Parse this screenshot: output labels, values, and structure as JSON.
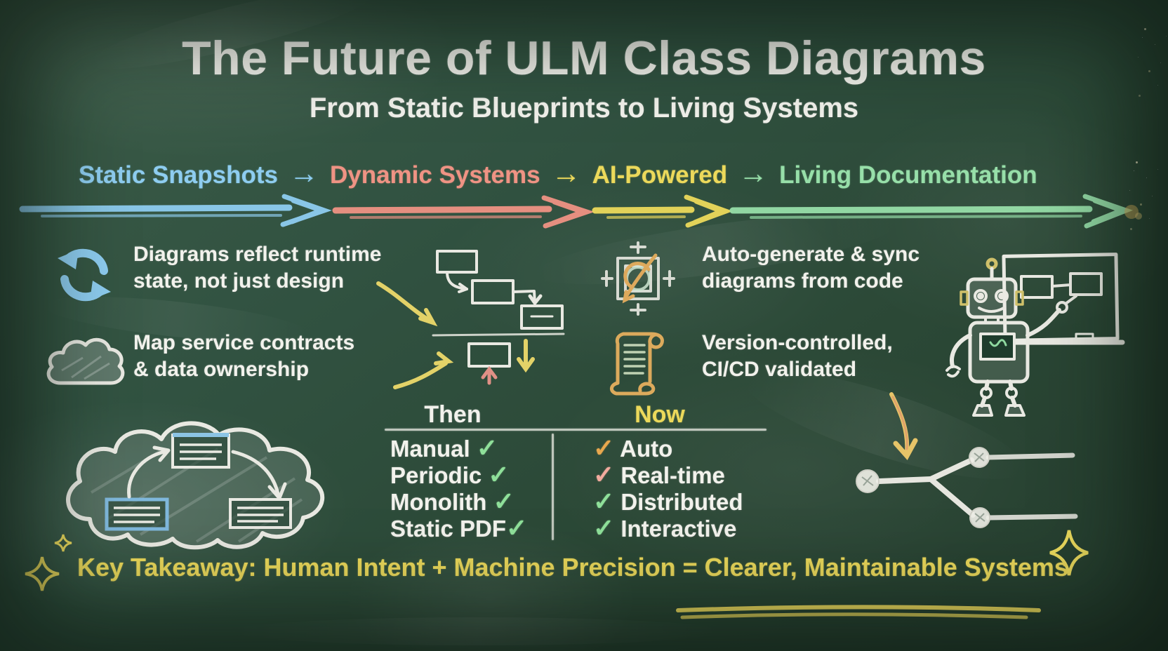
{
  "page": {
    "title": "The Future of ULM Class Diagrams",
    "subtitle": "From Static Blueprints to Living Systems"
  },
  "flow": {
    "stages": [
      {
        "label": "Static Snapshots",
        "color": "#8ecdf0"
      },
      {
        "label": "Dynamic Systems",
        "color": "#ef9384"
      },
      {
        "label": "AI-Powered",
        "color": "#ecd95b"
      },
      {
        "label": "Living Documentation",
        "color": "#97dfa9"
      }
    ],
    "arrow_glyph": "→"
  },
  "features": [
    {
      "icon": "sync-icon",
      "line1": "Diagrams reflect runtime",
      "line2": "state, not just design"
    },
    {
      "icon": "cloud-icon",
      "line1": "Map service contracts",
      "line2": "& data ownership"
    },
    {
      "icon": "chip-icon",
      "line1": "Auto-generate & sync",
      "line2": "diagrams from code"
    },
    {
      "icon": "scroll-icon",
      "line1": "Version-controlled,",
      "line2": "CI/CD validated"
    }
  ],
  "comparison": {
    "then_header": "Then",
    "now_header": "Now",
    "check_glyph": "✓",
    "rows": [
      {
        "then": "Manual",
        "then_check_color": "green",
        "now": "Auto",
        "now_check_color": "orange"
      },
      {
        "then": "Periodic",
        "then_check_color": "green",
        "now": "Real-time",
        "now_check_color": "pink"
      },
      {
        "then": "Monolith",
        "then_check_color": "green",
        "now": "Distributed",
        "now_check_color": "green"
      },
      {
        "then": "Static PDF",
        "then_check_color": "green",
        "now": "Interactive",
        "now_check_color": "green"
      }
    ]
  },
  "takeaway": {
    "text": "Key Takeaway: Human Intent + Machine Precision = Clearer, Maintainable Systems"
  },
  "colors": {
    "board_green": "#2e4c3a",
    "chalk_white": "#f2f2ec",
    "stage_blue": "#8ecdf0",
    "stage_salmon": "#ef9384",
    "stage_yellow": "#ecd95b",
    "stage_green": "#97dfa9",
    "check_green": "#8fe09a",
    "check_orange": "#e9a84e",
    "check_pink": "#f2ab9e",
    "scroll_orange": "#dcaa5c",
    "takeaway_yellow": "#eedc5e"
  }
}
